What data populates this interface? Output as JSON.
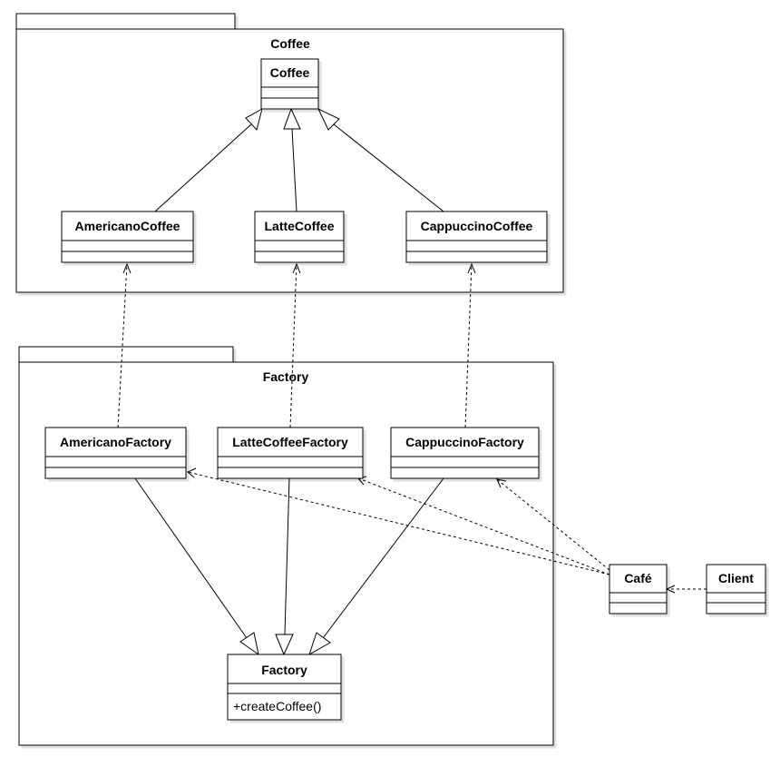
{
  "packages": {
    "coffee": {
      "title": "Coffee"
    },
    "factory": {
      "title": "Factory"
    }
  },
  "classes": {
    "coffee": {
      "name": "Coffee"
    },
    "americano_coffee": {
      "name": "AmericanoCoffee"
    },
    "latte_coffee": {
      "name": "LatteCoffee"
    },
    "cappuccino_coffee": {
      "name": "CappuccinoCoffee"
    },
    "americano_factory": {
      "name": "AmericanoFactory"
    },
    "latte_coffee_factory": {
      "name": "LatteCoffeeFactory"
    },
    "cappuccino_factory": {
      "name": "CappuccinoFactory"
    },
    "factory": {
      "name": "Factory",
      "methods": [
        "+createCoffee()"
      ]
    },
    "cafe": {
      "name": "Café"
    },
    "client": {
      "name": "Client"
    }
  },
  "relationships": [
    {
      "type": "generalization",
      "from": "AmericanoCoffee",
      "to": "Coffee"
    },
    {
      "type": "generalization",
      "from": "LatteCoffee",
      "to": "Coffee"
    },
    {
      "type": "generalization",
      "from": "CappuccinoCoffee",
      "to": "Coffee"
    },
    {
      "type": "dependency",
      "from": "AmericanoFactory",
      "to": "AmericanoCoffee"
    },
    {
      "type": "dependency",
      "from": "LatteCoffeeFactory",
      "to": "LatteCoffee"
    },
    {
      "type": "dependency",
      "from": "CappuccinoFactory",
      "to": "CappuccinoCoffee"
    },
    {
      "type": "generalization",
      "from": "AmericanoFactory",
      "to": "Factory"
    },
    {
      "type": "generalization",
      "from": "LatteCoffeeFactory",
      "to": "Factory"
    },
    {
      "type": "generalization",
      "from": "CappuccinoFactory",
      "to": "Factory"
    },
    {
      "type": "dependency",
      "from": "Café",
      "to": "AmericanoFactory"
    },
    {
      "type": "dependency",
      "from": "Café",
      "to": "LatteCoffeeFactory"
    },
    {
      "type": "dependency",
      "from": "Café",
      "to": "CappuccinoFactory"
    },
    {
      "type": "dependency",
      "from": "Client",
      "to": "Café"
    }
  ]
}
